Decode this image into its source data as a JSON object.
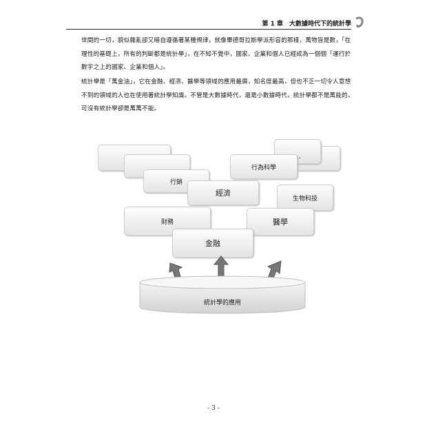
{
  "header": {
    "chapter": "第 1 章　大數據時代下的統計學"
  },
  "paragraphs": [
    "世間的一切，貌似雜亂卻又暗自遵循著某種規律，就像畢德哥拉斯學派形容的那樣，萬物皆是數，「在理性的基礎上，所有的判斷都是統計學」，在不知不覺中，國家、企業和個人已經成為一個個「運行於數字之上的國家、企業和個人」。",
    "統計學是「萬金油」，它在金融、經濟、醫學等領域的應用最廣，知名度最高，但也不乏一切令人意想不到的領域的人也在使用著統計學知識。不管是大數據時代，還是小數據時代，統計學都不是萬能的，可沒有統計學卻是萬萬不能。"
  ],
  "diagram": {
    "boxes": {
      "blank_left": "",
      "ellipsis_left": "…",
      "marketing": "行銷",
      "economics": "經濟",
      "behavioral_science": "行為科學",
      "ellipsis_right": "…",
      "blank_right": "",
      "biotech": "生物科技",
      "accounting": "財務",
      "medicine": "醫學",
      "finance": "金融"
    },
    "base_label": "統計學的應用"
  },
  "page_number": "- 3 -"
}
